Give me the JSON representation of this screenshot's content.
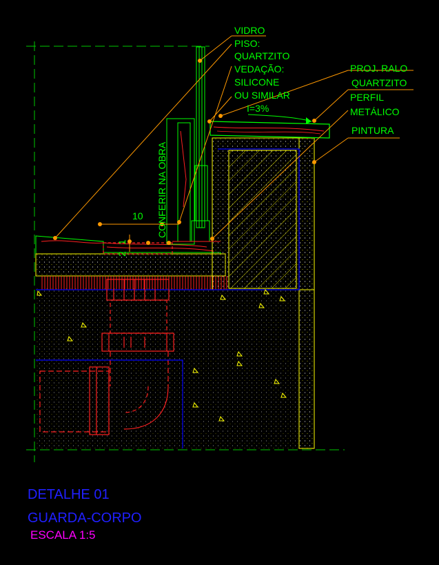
{
  "labels": {
    "vidro": "VIDRO",
    "piso": "PISO:",
    "quartzito": "QUARTZITO",
    "vedacao": "VEDAÇÃO:",
    "silicone": "SILICONE",
    "ou_similar": "OU SIMILAR",
    "slope": "I=3%",
    "proj_ralo": "PROJ. RALO",
    "quartzito_right": "QUARTZITO",
    "perfil": "PERFIL",
    "metalico": "METÁLICO",
    "pintura": "PINTURA",
    "conferir": "CONFERIR NA OBRA",
    "dim_10": "10",
    "dim_1": "1",
    "dim_2": "2"
  },
  "title_block": {
    "detail": "DETALHE 01",
    "name": "GUARDA-CORPO",
    "scale": "ESCALA 1:5"
  },
  "colors": {
    "background": "#000000",
    "leader": "#ff9900",
    "label_text": "#00ff00",
    "glass": "#00ff00",
    "concrete": "#ffff00",
    "pipe": "#ff0000",
    "slab_outline": "#0000ff",
    "title": "#2020ff",
    "scale": "#ff00ff"
  }
}
